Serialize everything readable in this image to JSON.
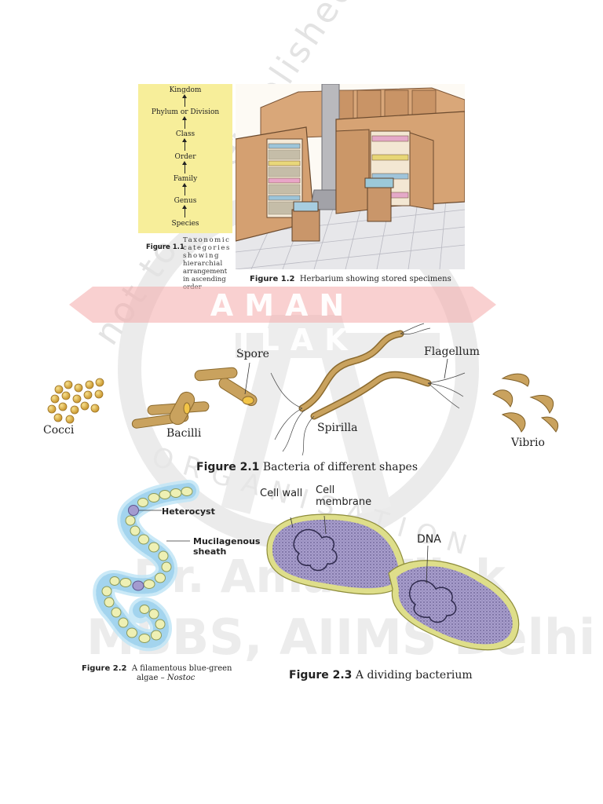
{
  "watermark": {
    "banner_text": "AMAN TILAK",
    "ring_top_text": "not to be republished",
    "ring_bottom_text": "ORGANISATION",
    "line1": "Dr. Aman Tilak",
    "line2": "MBBS, AIIMS Delhi",
    "ring_glyph": "©"
  },
  "fig1_1": {
    "levels": [
      "Kingdom",
      "Phylum or Division",
      "Class",
      "Order",
      "Family",
      "Genus",
      "Species"
    ],
    "caption_number": "Figure 1.1",
    "caption_lines": [
      "Taxonomic",
      "categories",
      "showing",
      "hierarchial",
      "arrangement",
      "in ascending",
      "order"
    ]
  },
  "fig1_2": {
    "caption_number": "Figure 1.2",
    "caption_text": "Herbarium showing stored specimens"
  },
  "fig2_1": {
    "labels": {
      "cocci": "Cocci",
      "bacilli": "Bacilli",
      "spore": "Spore",
      "spirilla": "Spirilla",
      "flagellum": "Flagellum",
      "vibrio": "Vibrio"
    },
    "caption_number": "Figure 2.1",
    "caption_text": "Bacteria of different shapes"
  },
  "fig2_2": {
    "labels": {
      "heterocyst": "Heterocyst",
      "sheath_line1": "Mucilagenous",
      "sheath_line2": "sheath"
    },
    "caption_number": "Figure 2.2",
    "caption_line1": "A filamentous blue-green",
    "caption_line2": "algae –",
    "caption_italic": "Nostoc"
  },
  "fig2_3": {
    "labels": {
      "cell_wall": "Cell wall",
      "membrane_line1": "Cell",
      "membrane_line2": "membrane",
      "dna": "DNA"
    },
    "caption_number": "Figure 2.3",
    "caption_text": "A dividing bacterium"
  },
  "colors": {
    "taxonomy_panel": "#f7ee9a",
    "bacteria": "#c9a25e",
    "nostoc_sheath": "#a9d8f0",
    "nostoc_cell": "#eef0b4",
    "bacterium_body": "#9d92c4",
    "bacterium_wall": "#d6d47a",
    "watermark_red": "#f4b3b3",
    "watermark_grey": "#e9e9e9"
  }
}
